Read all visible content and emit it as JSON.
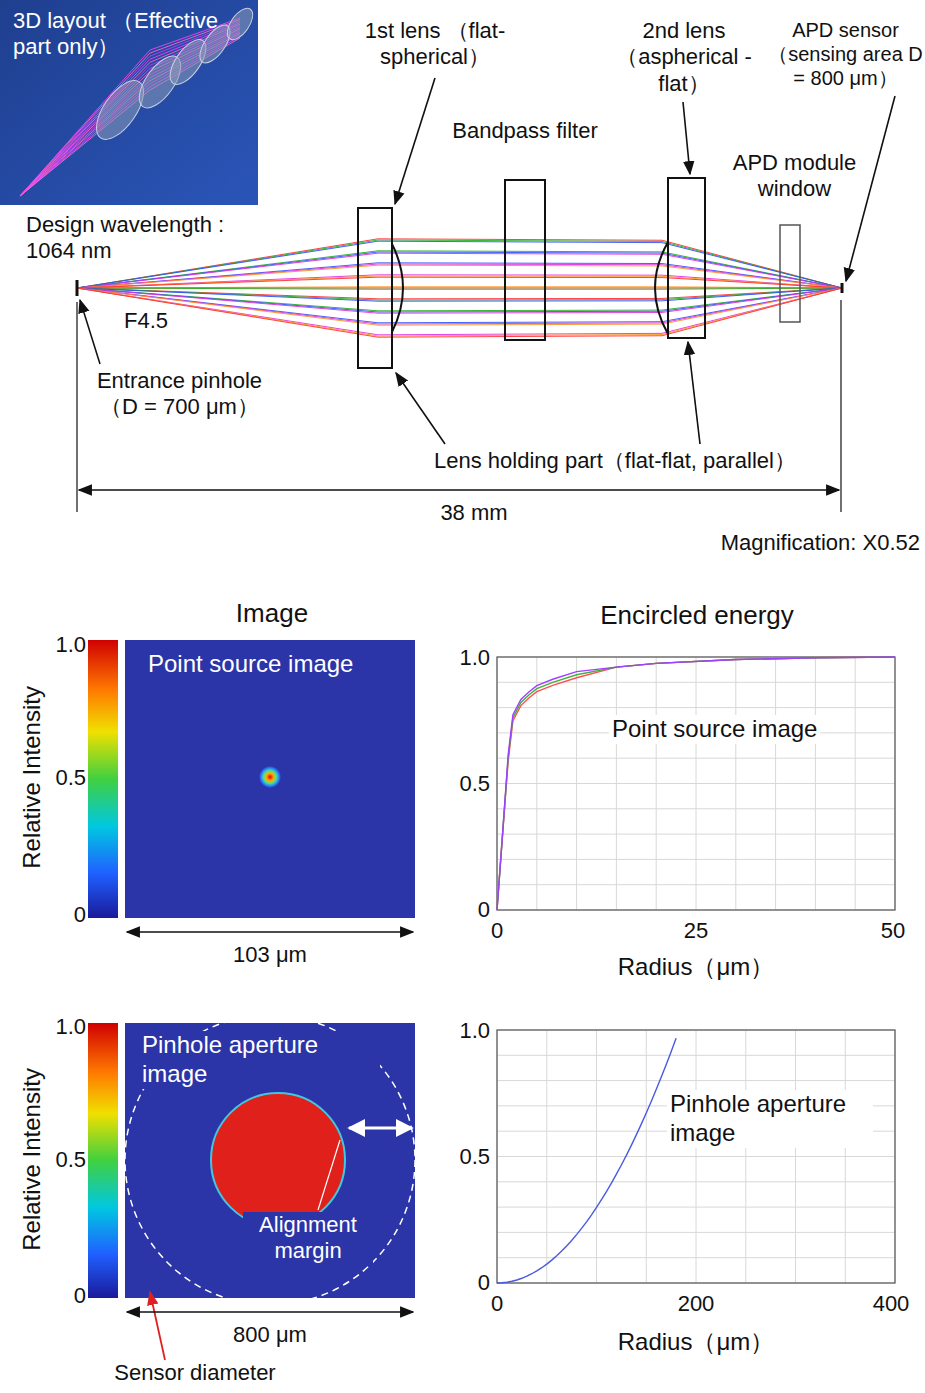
{
  "diagram": {
    "nodes": [
      {
        "text": [
          "3D layout （Effective part only）"
        ]
      },
      {
        "text": [
          "Point source image"
        ]
      },
      {
        "text": [
          "Point source image"
        ]
      },
      {
        "text": [
          "Pinhole aperture image"
        ]
      },
      {
        "text": [
          "Pinhole aperture image"
        ]
      }
    ],
    "labels": [
      "1st lens （flat-spherical）",
      "Bandpass filter",
      "2nd lens （aspherical -flat）",
      "APD sensor （sensing area D = 800 μm）",
      "APD module window",
      "Design wavelength : 1064 nm",
      "F4.5",
      "Entrance pinhole （D = 700 μm）",
      "Lens holding part（flat-flat, parallel）",
      "38 mm",
      "Magnification: X0.52",
      "Image",
      "Encircled energy",
      "Relative Intensity",
      "1.0",
      "0.5",
      "0",
      "103 μm",
      "1.0",
      "0.5",
      "0",
      "0",
      "25",
      "50",
      "Radius（μm）",
      "Relative Intensity",
      "1.0",
      "0.5",
      "0",
      "800 μm",
      "Alignment margin",
      "Sensor diameter",
      "1.0",
      "0.5",
      "0",
      "0",
      "200",
      "400",
      "Radius（μm）"
    ]
  }
}
